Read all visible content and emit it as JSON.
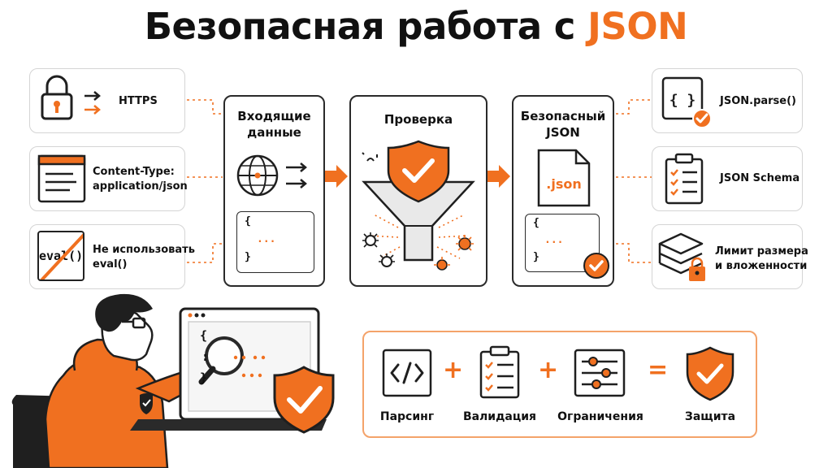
{
  "title": {
    "main": "Безопасная работа с",
    "accent": "JSON"
  },
  "left_items": [
    {
      "label": "HTTPS",
      "icon": "lock-icon"
    },
    {
      "label_line1": "Content-Type:",
      "label_line2": "application/json",
      "icon": "browser-window-icon"
    },
    {
      "label_line1": "Не использовать",
      "label_line2": "eval()",
      "icon_text": "eval()",
      "icon": "crossed-eval-icon"
    }
  ],
  "flow": [
    {
      "title_line1": "Входящие",
      "title_line2": "данные",
      "icon": "globe-icon",
      "code": [
        "{",
        "...",
        "}"
      ]
    },
    {
      "title_line1": "Проверка",
      "icon": "shield-funnel-icon"
    },
    {
      "title_line1": "Безопасный",
      "title_line2": "JSON",
      "file_label": ".json",
      "icon": "json-file-icon",
      "code": [
        "{",
        "...",
        "}"
      ]
    }
  ],
  "right_items": [
    {
      "label": "JSON.parse()",
      "icon": "braces-check-icon"
    },
    {
      "label": "JSON Schema",
      "icon": "clipboard-checklist-icon"
    },
    {
      "label_line1": "Лимит размера",
      "label_line2": "и вложенности",
      "icon": "layers-lock-icon"
    }
  ],
  "laptop": {
    "code": [
      "{",
      ":",
      "}"
    ]
  },
  "equation": {
    "items": [
      {
        "label": "Парсинг",
        "icon": "code-tag-icon"
      },
      {
        "label": "Валидация",
        "icon": "clipboard-checklist-icon"
      },
      {
        "label": "Ограничения",
        "icon": "sliders-icon"
      },
      {
        "label": "Защита",
        "icon": "shield-check-icon"
      }
    ],
    "plus": "+",
    "equals": "="
  },
  "colors": {
    "accent": "#f07020",
    "dark": "#1f1f1f",
    "border": "#d4d4d4"
  }
}
